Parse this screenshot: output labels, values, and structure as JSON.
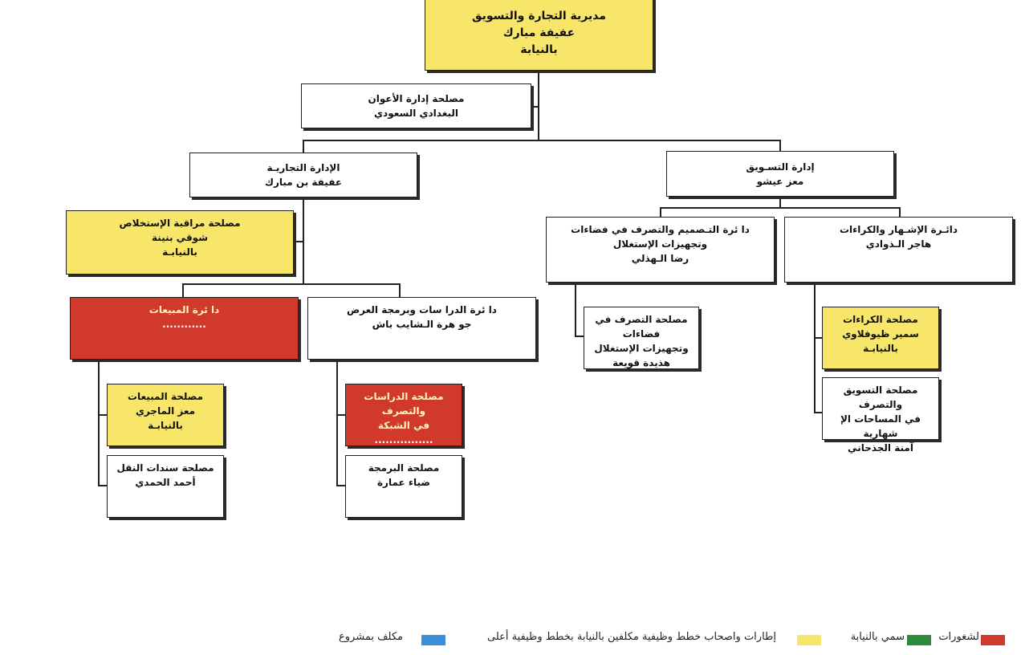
{
  "colors": {
    "vacant": "#d0392b",
    "acting": "#f7e66a",
    "titular": "#2e8b3e",
    "project": "#3b8fd8",
    "line": "#222222"
  },
  "org": {
    "root": {
      "line1": "مديرية التجارة والتسويق",
      "line2": "عفيفة مبارك",
      "line3": "بالنيابة"
    },
    "aawan": {
      "line1": "مصلحة إدارة الأعوان",
      "line2": "البغدادي السعودي"
    },
    "commercial": {
      "line1": "الإدارة التجاريـة",
      "line2": "عفيفة بن مبارك"
    },
    "marketing": {
      "line1": "إدارة التسـويق",
      "line2": "معز عيشو"
    },
    "collection": {
      "line1": "مصلحة مراقبة الإستخلاص",
      "line2": "شوقي بنينة",
      "line3": "بالنيابـة"
    },
    "design": {
      "line1": "دا ئرة التـصميم والتصرف في فضاءات وتجهيزات الإستغلال",
      "line2": "رضا الـهذلي"
    },
    "advertising": {
      "line1": "دائـرة الإشـهار والكراءات",
      "line2": "هاجر الـذوادي"
    },
    "sales_dept": {
      "line1": "دا ئرة المبيعات",
      "line2": "............"
    },
    "studies_dept": {
      "line1": "دا ئرة الدرا سات وبرمجة العرض",
      "line2": "جو هرة الـشايب  باش"
    },
    "space_service": {
      "line1": "مصلحة التصرف  في فضاءات",
      "line2": "وتجهيزات الإستغلال",
      "line3": "هذيدة قويعة"
    },
    "rentals": {
      "line1": "مصلحة الكراءات",
      "line2": "سمير ظيوفلاوي",
      "line3": "بالنيابـة"
    },
    "ad_spaces": {
      "line1": "مصلحة التسويق والتصرف",
      "line2": "في المساحات الإ شهارية",
      "line3": "آمنة الجذحاني"
    },
    "sales_service": {
      "line1": "مصلحة المبيعات",
      "line2": "معز الماجري",
      "line3": "بالنيابـة"
    },
    "tickets": {
      "line1": "مصلحة سندات النقل",
      "line2": "أحمد الحمدي"
    },
    "network_studies": {
      "line1": "مصلحة الدراسات والتصرف",
      "line2": "في الشبكة",
      "line3": "................"
    },
    "programming": {
      "line1": "مصلحة البرمجة",
      "line2": "ضياء عمارة"
    }
  },
  "legend": {
    "vacant": "لشغورات",
    "titular": "سمي بالنيابة",
    "acting": "إطارات واصحاب خطط وظيفية مكلفين بالنيابة بخطط وظيفية أعلى",
    "project": "مكلف بمشروع"
  }
}
